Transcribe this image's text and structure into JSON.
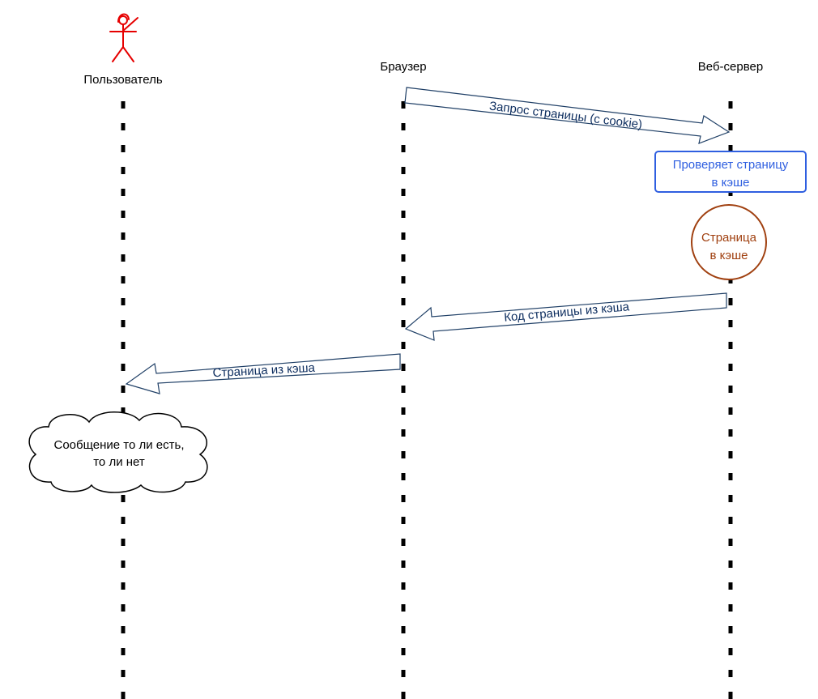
{
  "participants": {
    "user": "Пользователь",
    "browser": "Браузер",
    "server": "Веб-сервер"
  },
  "messages": {
    "request": "Запрос страницы (с cookie)",
    "cached_code": "Код страницы из кэша",
    "cached_page": "Страница из кэша"
  },
  "process": {
    "line1": "Проверяет страницу",
    "line2": "в кэше"
  },
  "state": {
    "line1": "Страница",
    "line2": "в кэше"
  },
  "note": {
    "line1": "Сообщение то ли есть,",
    "line2": "то ли нет"
  },
  "icons": {
    "actor": "stick-figure-icon",
    "note": "cloud-shape"
  },
  "colors": {
    "actor": "#e60000",
    "arrow": "#1f3f66",
    "process": "#2f5fe0",
    "state": "#a04010",
    "lifeline": "#000000"
  }
}
